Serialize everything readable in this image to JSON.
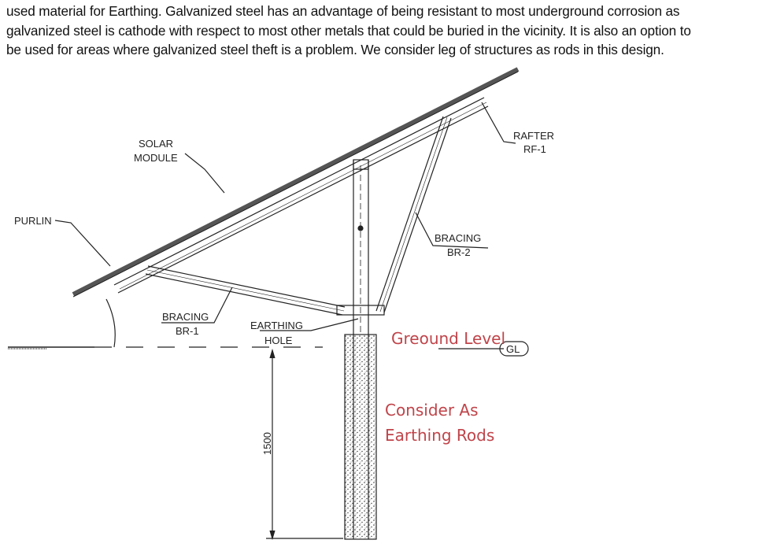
{
  "paragraph": {
    "lines": [
      "used material for Earthing. Galvanized steel has an advantage of being resistant to most underground corrosion as",
      "galvanized steel is cathode with respect to most other metals that could be buried in the vicinity. It is also an option to",
      "be used for areas where galvanized steel theft is a problem. We consider leg of structures as rods in this design."
    ]
  },
  "diagram": {
    "labels": {
      "solar_module_1": "SOLAR",
      "solar_module_2": "MODULE",
      "purlin": "PURLIN",
      "rafter_1": "RAFTER",
      "rafter_2": "RF-1",
      "bracing2_1": "BRACING",
      "bracing2_2": "BR-2",
      "bracing1_1": "BRACING",
      "bracing1_2": "BR-1",
      "earthing_hole_1": "EARTHING",
      "earthing_hole_2": "HOLE",
      "gl": "GL",
      "dimension": "1500"
    },
    "annotations": {
      "ground_level": "Greound Level",
      "consider_1": "Consider As",
      "consider_2": "Earthing Rods"
    },
    "annotation_color": "#c0444a"
  }
}
